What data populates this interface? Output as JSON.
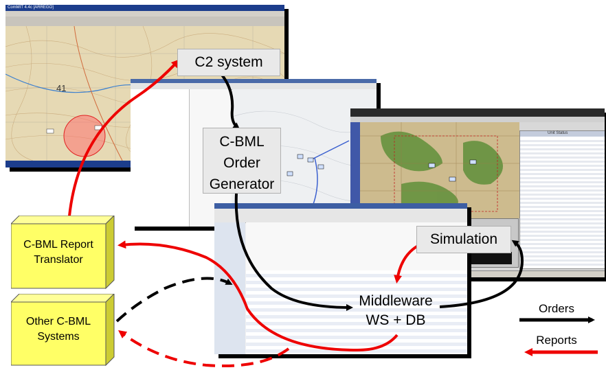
{
  "nodes": {
    "c2": "C2 system",
    "order_gen": [
      "C-BML",
      "Order",
      "Generator"
    ],
    "simulation": "Simulation",
    "middleware": [
      "Middleware",
      "WS + DB"
    ],
    "report_translator": [
      "C-BML Report",
      "Translator"
    ],
    "other_systems": [
      "Other C-BML",
      "Systems"
    ]
  },
  "legend": {
    "orders": "Orders",
    "reports": "Reports"
  },
  "screens": {
    "map_title": "ComMIT 4.4c [ARREGO]",
    "map_grid_label": "41",
    "sim_panel_title": "Unit Status"
  },
  "colors": {
    "orders_arrow": "#000000",
    "reports_arrow": "#ee0000",
    "box_fill": "#ffff66",
    "box_side": "#cccc33"
  }
}
